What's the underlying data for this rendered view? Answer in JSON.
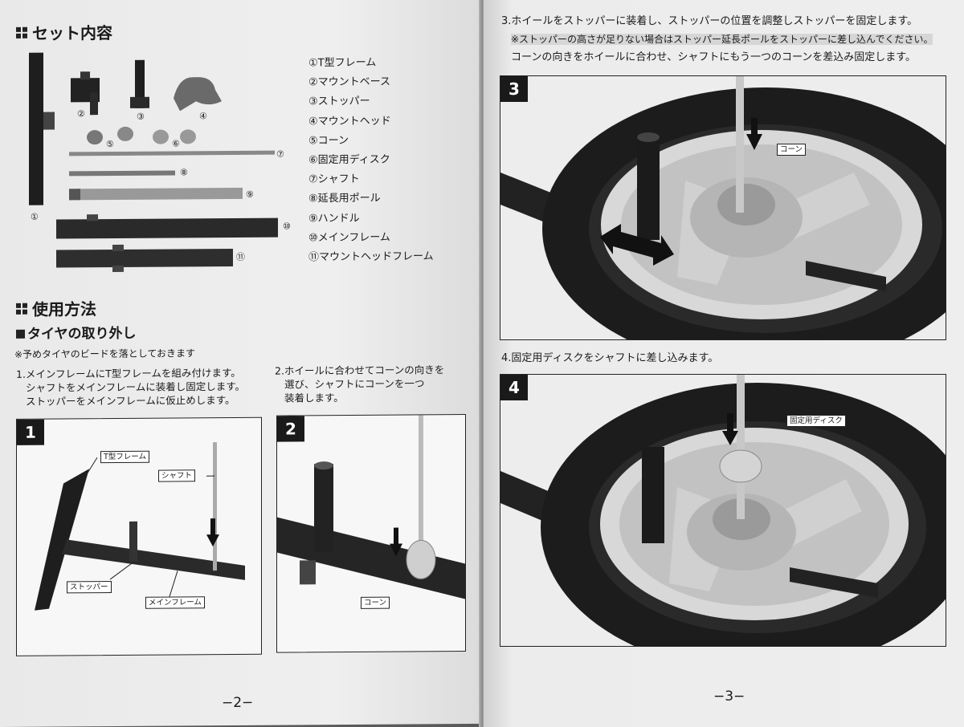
{
  "left_page": {
    "set_contents_title": "セット内容",
    "parts": [
      "①T型フレーム",
      "②マウントベース",
      "③ストッパー",
      "④マウントヘッド",
      "⑤コーン",
      "⑥固定用ディスク",
      "⑦シャフト",
      "⑧延長用ポール",
      "⑨ハンドル",
      "⑩メインフレーム",
      "⑪マウントヘッドフレーム"
    ],
    "part_numbers": [
      "①",
      "②",
      "③",
      "④",
      "⑤",
      "⑥",
      "⑦",
      "⑧",
      "⑨",
      "⑩",
      "⑪"
    ],
    "usage_title": "使用方法",
    "removal_title": "タイヤの取り外し",
    "pre_note": "※予めタイヤのビードを落としておきます",
    "step1_lines": [
      "1.メインフレームにT型フレームを組み付けます。",
      "シャフトをメインフレームに装着し固定します。",
      "ストッパーをメインフレームに仮止めします。"
    ],
    "step2_lines": [
      "2.ホイールに合わせてコーンの向きを",
      "選び、シャフトにコーンを一つ",
      "装着します。"
    ],
    "fig1": {
      "badge": "1",
      "label_tframe": "T型フレーム",
      "label_shaft": "シャフト",
      "label_stopper": "ストッパー",
      "label_mainframe": "メインフレーム"
    },
    "fig2": {
      "badge": "2",
      "label_cone": "コーン"
    },
    "page_number": "−2−"
  },
  "right_page": {
    "step3_line1": "3.ホイールをストッパーに装着し、ストッパーの位置を調整しストッパーを固定します。",
    "step3_note": "※ストッパーの高さが足りない場合はストッパー延長ポールをストッパーに差し込んでください。",
    "step3_line3": "コーンの向きをホイールに合わせ、シャフトにもう一つのコーンを差込み固定します。",
    "fig3": {
      "badge": "3",
      "label_cone": "コーン"
    },
    "step4_line": "4.固定用ディスクをシャフトに差し込みます。",
    "fig4": {
      "badge": "4",
      "label_disc": "固定用ディスク"
    },
    "page_number": "−3−"
  }
}
